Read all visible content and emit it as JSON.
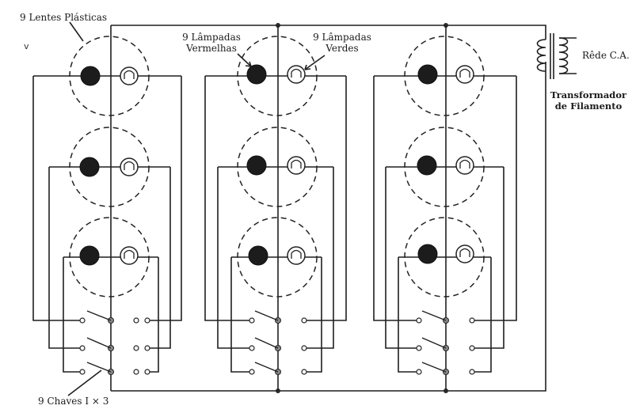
{
  "labels": {
    "lenses": "9 Lentes Plásticas",
    "red_lamps_line1": "9 Lâmpadas",
    "red_lamps_line2": "Vermelhas",
    "green_lamps_line1": "9 Lâmpadas",
    "green_lamps_line2": "Verdes",
    "mains": "Rêde C.A.",
    "transformer_line1": "Transformador",
    "transformer_line2": "de Filamento",
    "switches": "9 Chaves I × 3"
  },
  "layout": {
    "groups": 3,
    "lenses_per_group": 3,
    "switches_per_group": 3,
    "switch_type": "1 x 3"
  },
  "icons": {
    "red_lamp": "red-lamp-icon",
    "green_lamp": "green-lamp-icon",
    "lens": "dashed-lens-circle",
    "switch": "rotary-switch-icon",
    "transformer": "transformer-coil-icon"
  }
}
